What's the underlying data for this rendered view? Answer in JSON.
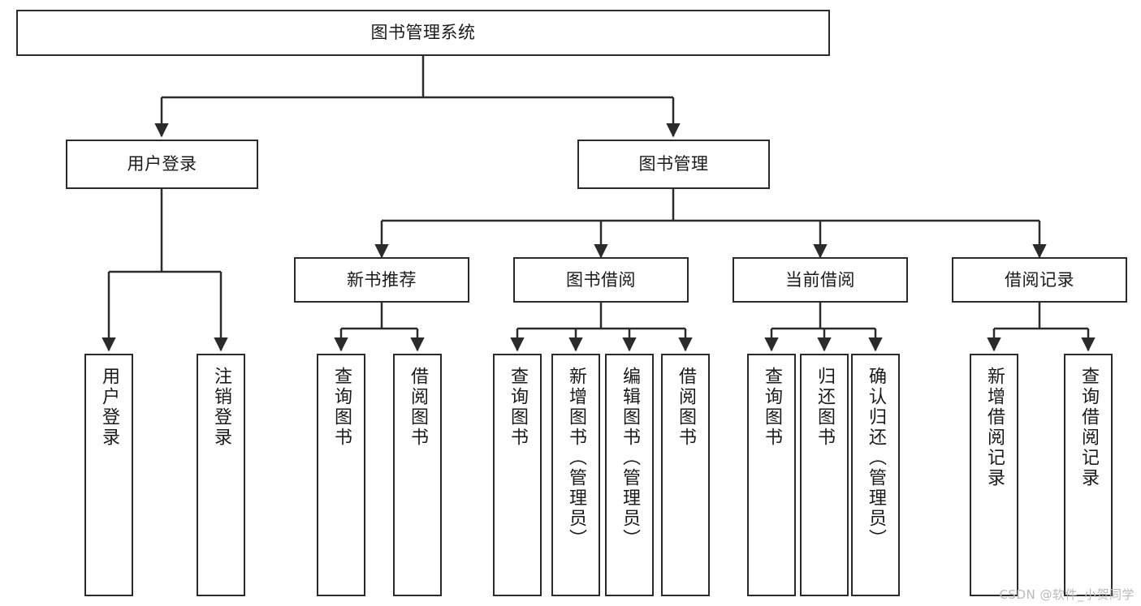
{
  "diagram": {
    "type": "tree-hierarchy",
    "title": "图书管理系统",
    "watermark": "CSDN @软件_小贺同学",
    "colors": {
      "box_border": "#2b2b2b",
      "box_fill": "#ffffff",
      "edge": "#2b2b2b",
      "text": "#1a1a1a",
      "background": "#ffffff",
      "watermark": "#b9b9b9"
    },
    "levels": {
      "root": {
        "label": "图书管理系统"
      },
      "level2": [
        {
          "label": "用户登录"
        },
        {
          "label": "图书管理"
        }
      ],
      "level3": [
        {
          "label": "新书推荐"
        },
        {
          "label": "图书借阅"
        },
        {
          "label": "当前借阅"
        },
        {
          "label": "借阅记录"
        }
      ],
      "leaves": {
        "user_login": [
          {
            "label": "用户登录"
          },
          {
            "label": "注销登录"
          }
        ],
        "new_book_recommend": [
          {
            "label": "查询图书"
          },
          {
            "label": "借阅图书"
          }
        ],
        "book_borrow": [
          {
            "label": "查询图书"
          },
          {
            "label": "新增图书（管理员）"
          },
          {
            "label": "编辑图书（管理员）"
          },
          {
            "label": "借阅图书"
          }
        ],
        "current_borrow": [
          {
            "label": "查询图书"
          },
          {
            "label": "归还图书"
          },
          {
            "label": "确认归还（管理员）"
          }
        ],
        "borrow_record": [
          {
            "label": "新增借阅记录"
          },
          {
            "label": "查询借阅记录"
          }
        ]
      }
    }
  }
}
